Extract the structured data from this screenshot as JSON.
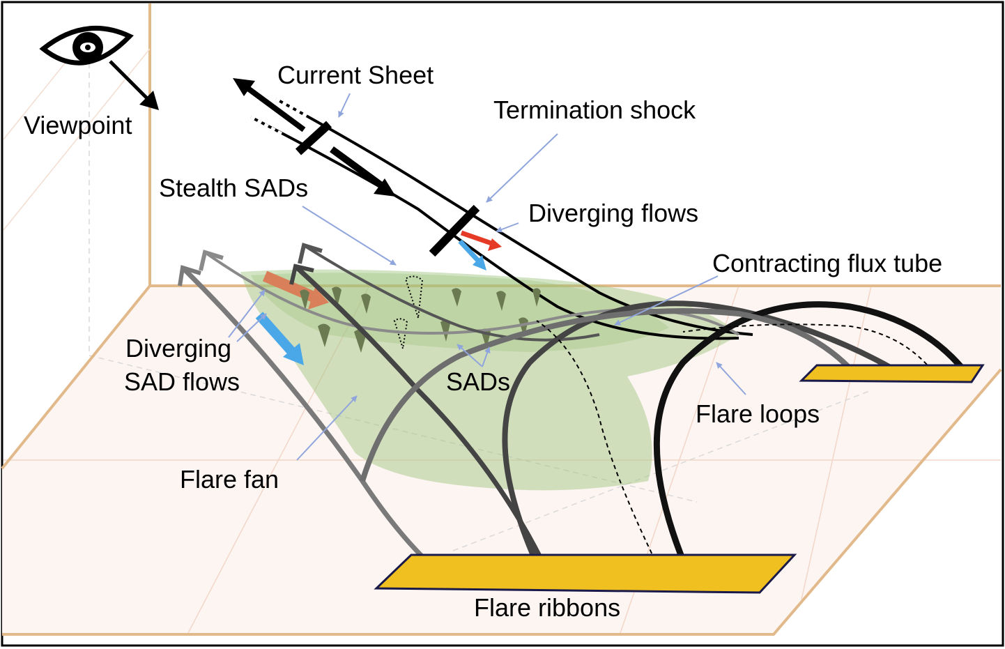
{
  "labels": {
    "viewpoint": "Viewpoint",
    "current_sheet": "Current Sheet",
    "termination_shock": "Termination shock",
    "stealth_sads": "Stealth SADs",
    "diverging_flows": "Diverging flows",
    "contracting_flux_tube": "Contracting flux tube",
    "diverging_sad_flows_line1": "Diverging",
    "diverging_sad_flows_line2": "SAD flows",
    "sads": "SADs",
    "flare_loops": "Flare loops",
    "flare_fan": "Flare fan",
    "flare_ribbons": "Flare ribbons"
  },
  "icons": {
    "viewpoint": "eye-icon"
  },
  "colors": {
    "frame": "#000000",
    "wall_edge": "#e2b98a",
    "floor": "#fdf5f2",
    "floor_grid": "#f0d2c2",
    "fan": "#9cc47a",
    "ribbon": "#f0c020",
    "pointer": "#8fa5dc",
    "flow_red": "#e53a26",
    "flow_blue": "#4aa8e8",
    "flow_orange": "#d9805a"
  }
}
